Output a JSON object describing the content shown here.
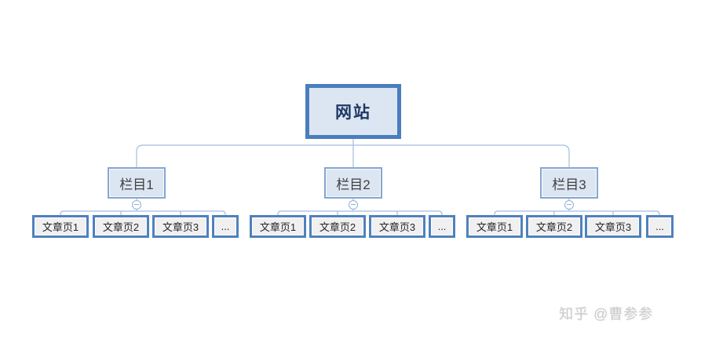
{
  "page": {
    "background": "#ffffff",
    "watermark": "知乎 @曹参参"
  },
  "colors": {
    "root_border": "#4a7ebc",
    "category_border": "#84a7cf",
    "article_border": "#4f81bd",
    "node_fill": "#dce6f2",
    "article_fill": "#f0f0f0",
    "connector": "#a3bedd",
    "root_text": "#1f3864",
    "watermark_text": "#cbcbcb"
  },
  "icons": {
    "collapse": "minus-circle-icon"
  },
  "tree": {
    "root": {
      "label": "网站"
    },
    "groups": [
      {
        "label": "栏目1",
        "children": [
          "文章页1",
          "文章页2",
          "文章页3",
          "..."
        ]
      },
      {
        "label": "栏目2",
        "children": [
          "文章页1",
          "文章页2",
          "文章页3",
          "..."
        ]
      },
      {
        "label": "栏目3",
        "children": [
          "文章页1",
          "文章页2",
          "文章页3",
          "..."
        ]
      }
    ]
  }
}
